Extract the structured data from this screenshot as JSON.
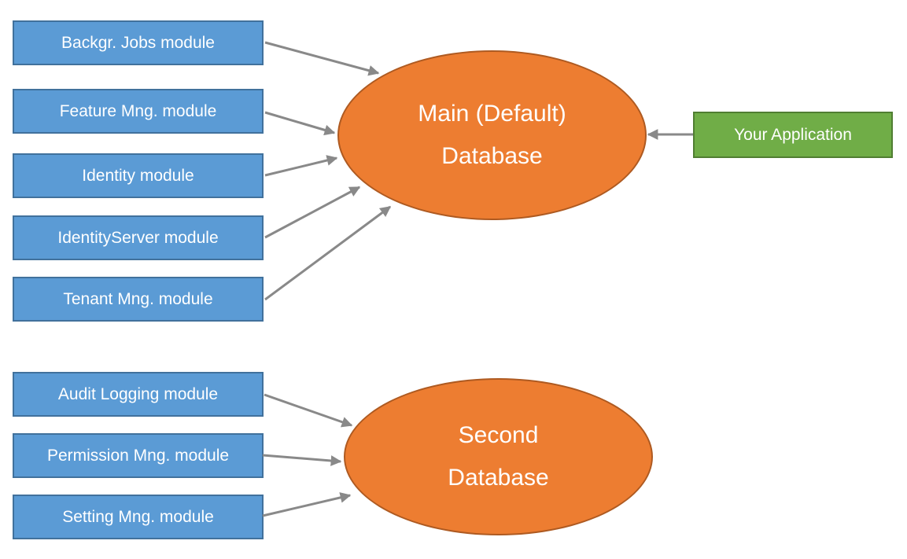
{
  "diagram": {
    "main_group": {
      "modules": [
        "Backgr. Jobs module",
        "Feature Mng. module",
        "Identity module",
        "IdentityServer module",
        "Tenant Mng. module"
      ],
      "database_line1": "Main (Default)",
      "database_line2": "Database",
      "application_label": "Your Application"
    },
    "second_group": {
      "modules": [
        "Audit Logging module",
        "Permission Mng. module",
        "Setting Mng. module"
      ],
      "database_line1": "Second",
      "database_line2": "Database"
    }
  },
  "colors": {
    "module_fill": "#5b9bd5",
    "module_border": "#41719c",
    "database_fill": "#ed7d31",
    "database_border": "#ae5a21",
    "application_fill": "#70ad47",
    "application_border": "#507e32",
    "arrow": "#898989",
    "text": "#ffffff",
    "background": "#ffffff"
  }
}
